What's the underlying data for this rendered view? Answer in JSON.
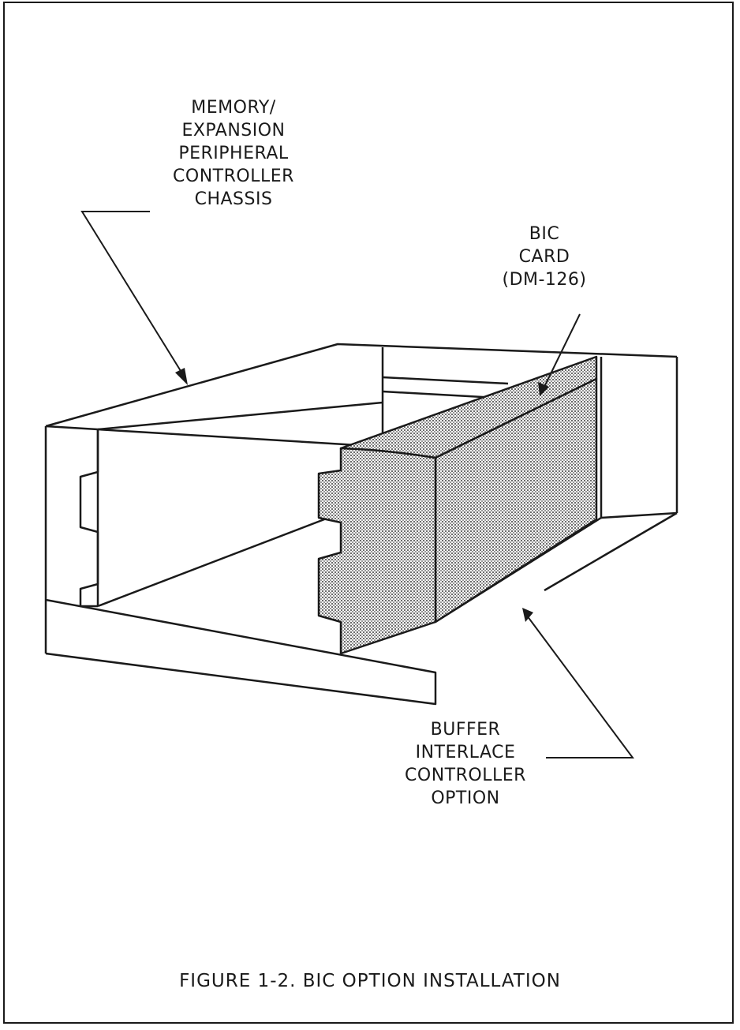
{
  "labels": {
    "chassis": [
      "MEMORY/",
      "EXPANSION",
      "PERIPHERAL",
      "CONTROLLER",
      "CHASSIS"
    ],
    "card": [
      "BIC",
      "CARD",
      "(DM-126)"
    ],
    "option": [
      "BUFFER",
      "INTERLACE",
      "CONTROLLER",
      "OPTION"
    ]
  },
  "caption": "FIGURE 1-2.  BIC OPTION INSTALLATION"
}
